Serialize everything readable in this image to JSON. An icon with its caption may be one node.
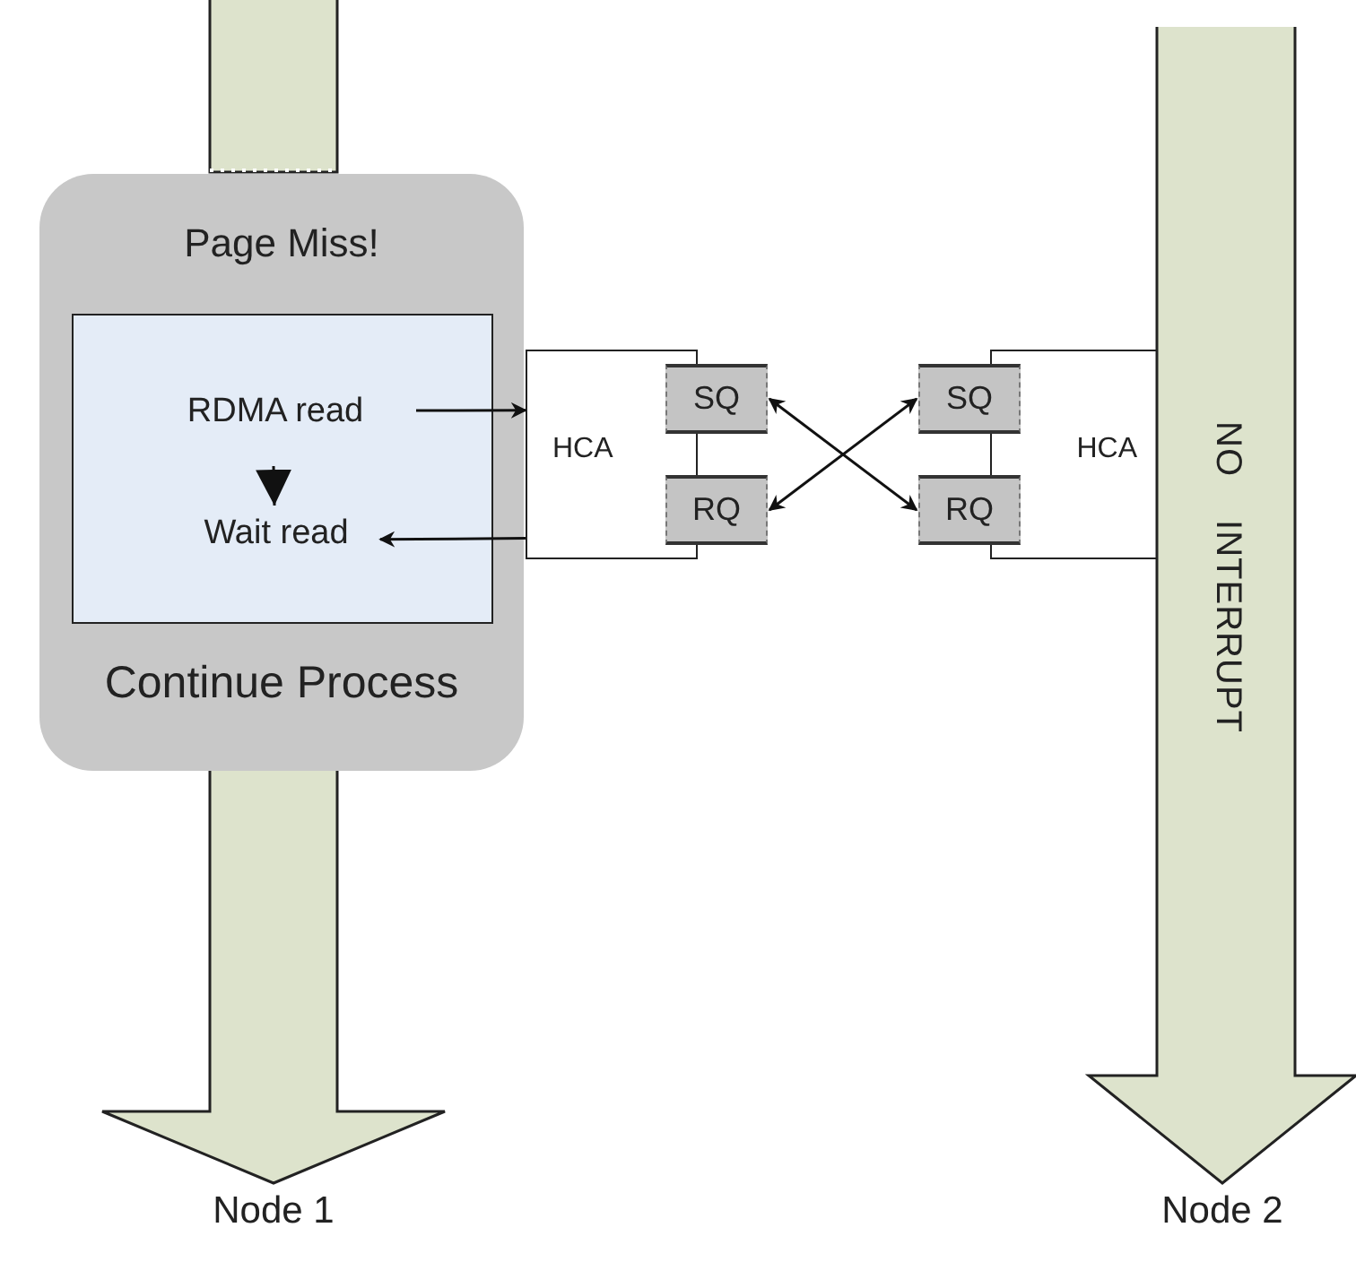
{
  "diagram": {
    "nodes": [
      {
        "text": [
          "Node 1"
        ]
      },
      {
        "text": [
          "Page Miss!",
          "Continue Process"
        ]
      },
      {
        "text": [],
        "shape": "box",
        "in": 1
      },
      {
        "text": [
          "RDMA read"
        ],
        "in": 2
      },
      {
        "text": [
          "Wait read"
        ],
        "in": 2
      },
      {
        "text": [
          "HCA"
        ]
      },
      {
        "text": [
          "SQ"
        ]
      },
      {
        "text": [
          "RQ"
        ]
      },
      {
        "text": [
          "SQ"
        ]
      },
      {
        "text": [
          "RQ"
        ]
      },
      {
        "text": [
          "HCA"
        ]
      },
      {
        "text": [
          "NO INTERRUPT",
          "Node 2"
        ]
      }
    ],
    "edges": [
      {
        "from": 3,
        "to": 4,
        "arrow": "to"
      },
      {
        "from": 3,
        "to": 5,
        "arrow": "to"
      },
      {
        "from": 5,
        "to": 4,
        "arrow": "to"
      },
      {
        "from": 6,
        "to": 9,
        "arrow": "both"
      },
      {
        "from": 7,
        "to": 8,
        "arrow": "both"
      }
    ]
  }
}
